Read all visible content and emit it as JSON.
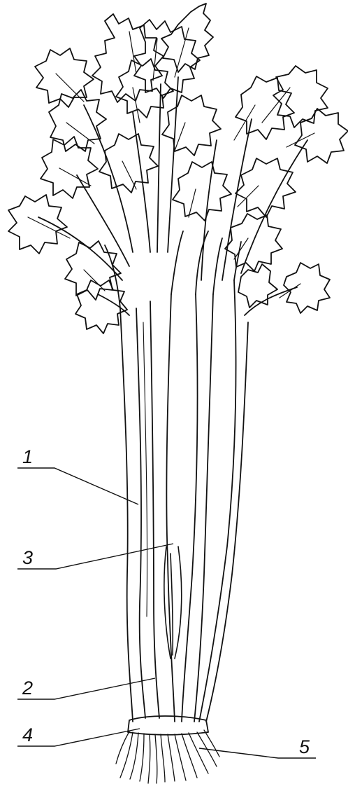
{
  "diagram": {
    "subject": "celery plant",
    "callouts": [
      {
        "id": "1",
        "label": "1"
      },
      {
        "id": "3",
        "label": "3"
      },
      {
        "id": "2",
        "label": "2"
      },
      {
        "id": "4",
        "label": "4"
      },
      {
        "id": "5",
        "label": "5"
      }
    ]
  },
  "colors": {
    "ink": "#111111",
    "paper": "#ffffff"
  }
}
